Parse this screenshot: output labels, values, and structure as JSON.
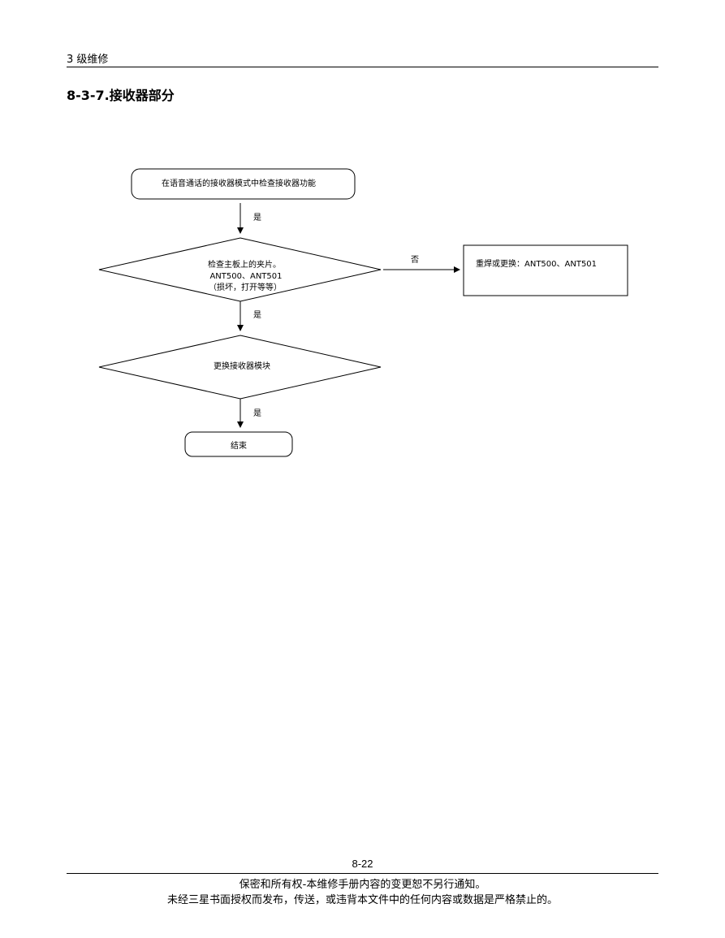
{
  "header": {
    "chapter": "3 级维修"
  },
  "section": {
    "title": "8-3-7.接收器部分"
  },
  "flowchart": {
    "start": "在语音通话的接收器模式中检查接收器功能",
    "yes_label_1": "是",
    "decision_1": {
      "line1": "检查主板上的夹片。",
      "line2": "ANT500、ANT501",
      "line3": "（损坏，打开等等）"
    },
    "no_label": "否",
    "action_no": "重焊或更换：ANT500、ANT501",
    "yes_label_2": "是",
    "decision_2": "更换接收器模块",
    "yes_label_3": "是",
    "end": "结束"
  },
  "footer": {
    "page_number": "8-22",
    "line1": "保密和所有权-本维修手册内容的变更恕不另行通知。",
    "line2": "未经三星书面授权而发布，传送，或违背本文件中的任何内容或数据是严格禁止的。"
  }
}
